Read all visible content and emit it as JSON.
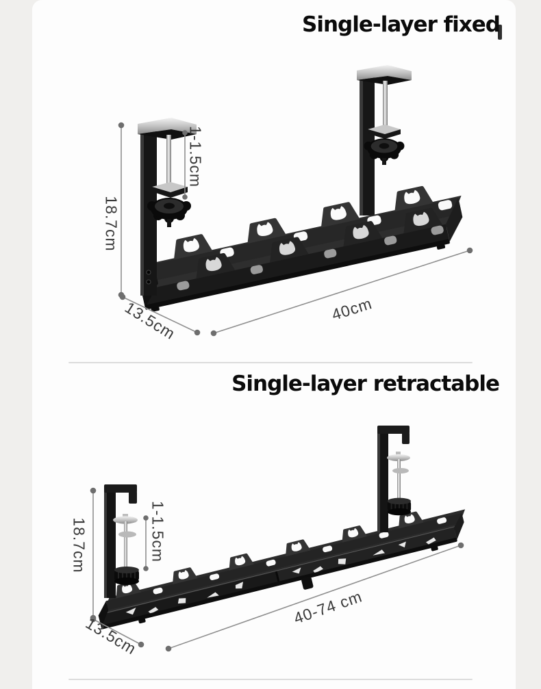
{
  "page": {
    "kind": "product-dimension-infographic",
    "colors": {
      "page_background": "#f0efed",
      "card_background": "#fdfdfd",
      "title_text": "#0b0b0b",
      "dimension_text": "#3a3a3a",
      "dimension_line": "#8f8f8f",
      "divider": "#dcdcdc",
      "product_metal_dark": "#1a1a1a",
      "product_metal_silver": "#c9c9c9"
    }
  },
  "sections": [
    {
      "title": "Single-layer fixed",
      "product": "under-desk cable tray with two fixed desk clamps",
      "dims": {
        "height": "18.7cm",
        "clamp": "1-1.5cm",
        "depth": "13.5cm",
        "length": "40cm"
      }
    },
    {
      "title": "Single-layer retractable",
      "product": "under-desk extendable cable tray with two desk clamps",
      "dims": {
        "height": "18.7cm",
        "clamp": "1-1.5cm",
        "depth": "13.5cm",
        "length": "40-74 cm"
      }
    }
  ]
}
